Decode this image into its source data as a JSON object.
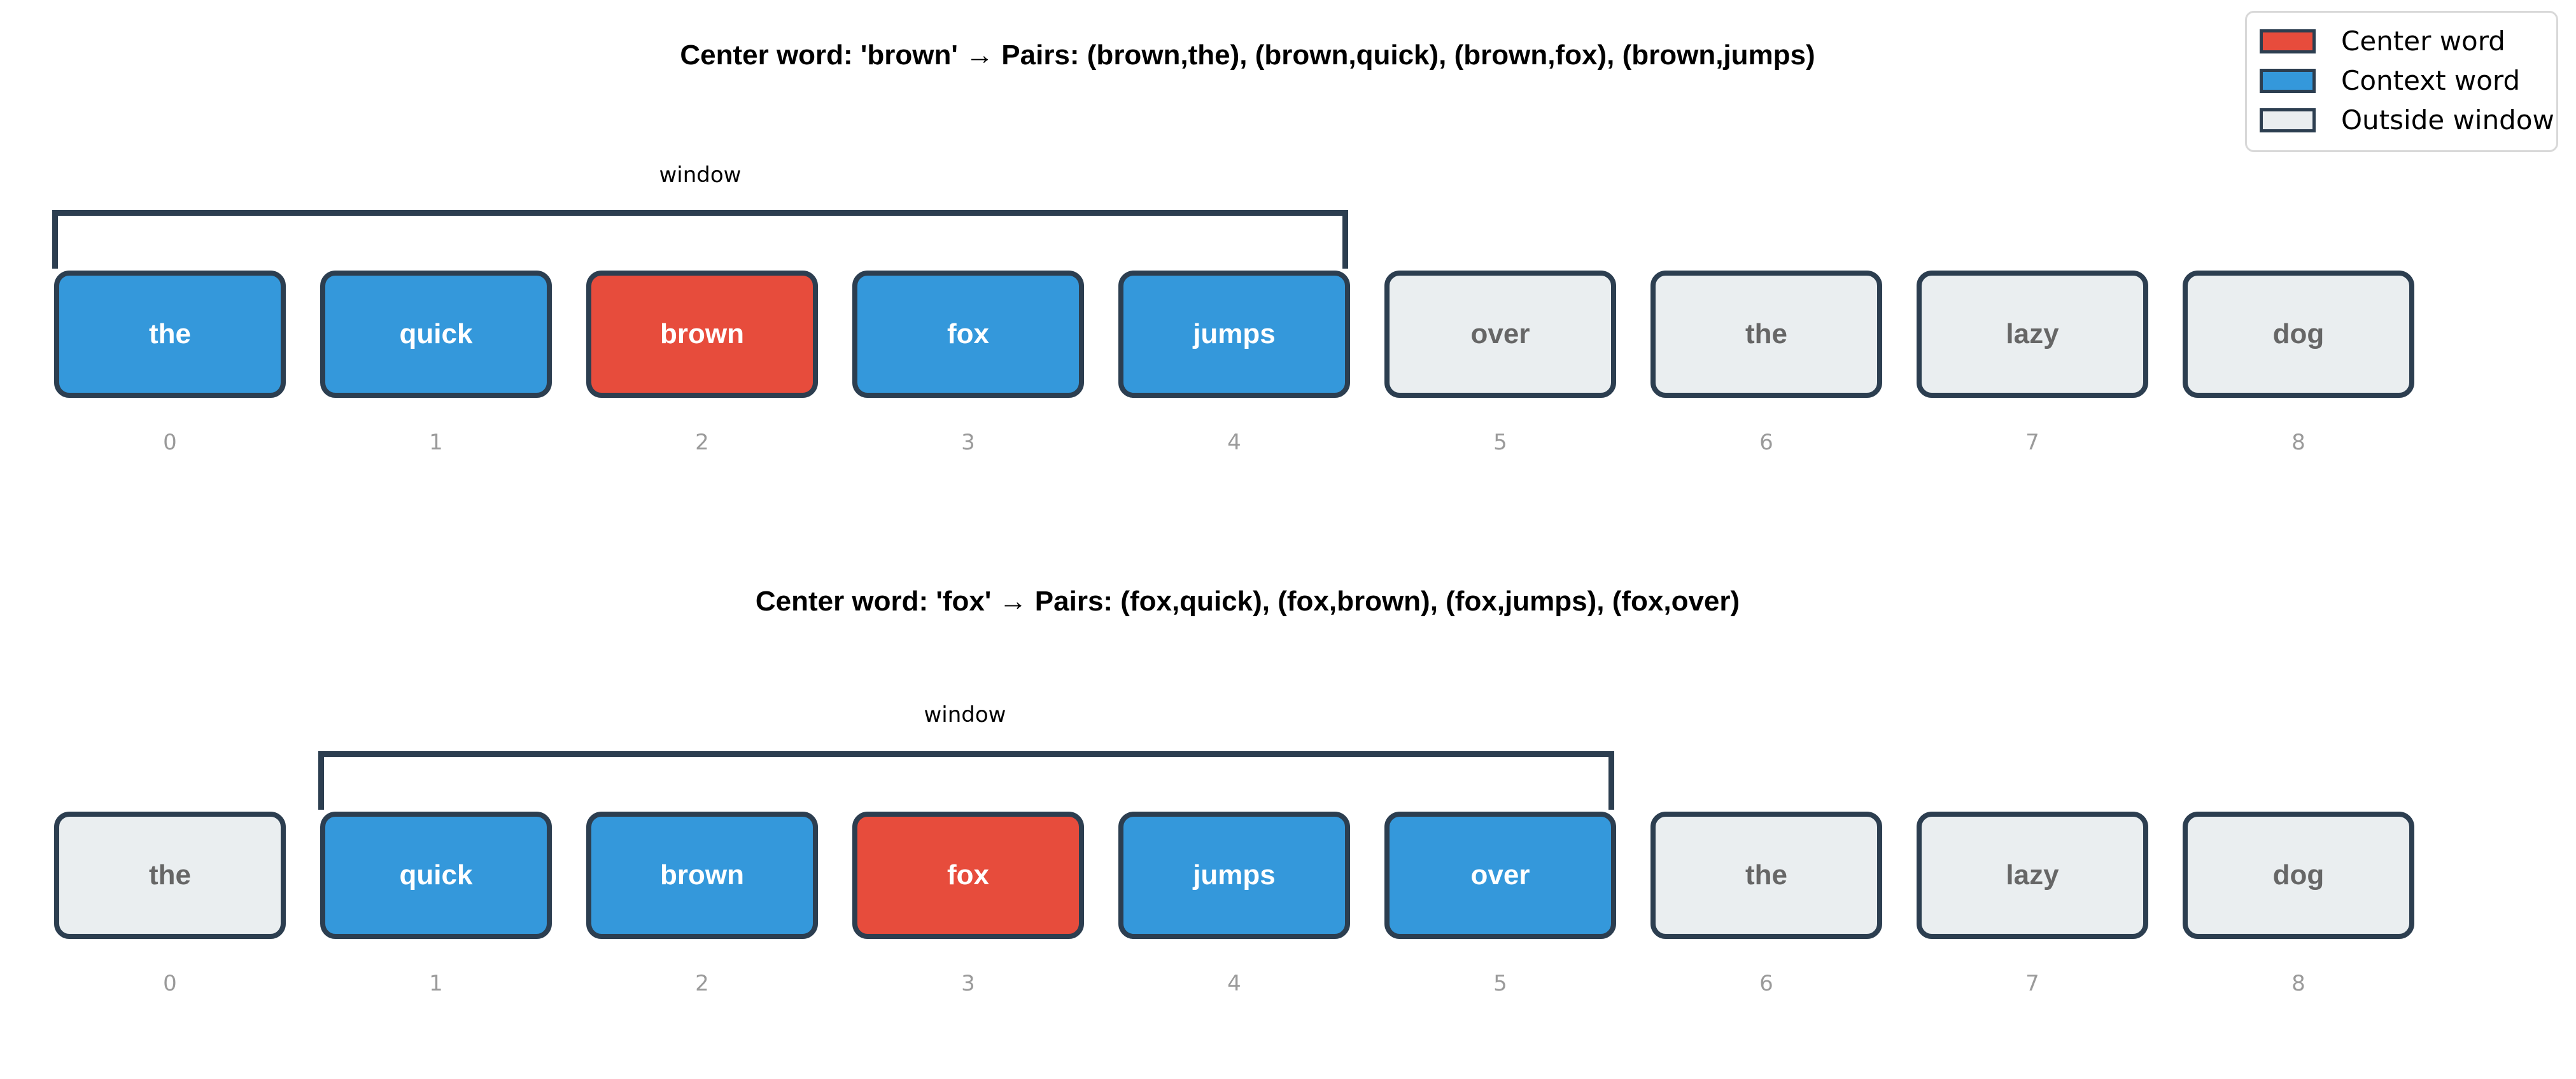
{
  "figure": {
    "background_color": "#ffffff",
    "sentence": [
      "the",
      "quick",
      "brown",
      "fox",
      "jumps",
      "over",
      "the",
      "lazy",
      "dog"
    ]
  },
  "legend": {
    "items": [
      {
        "label": "Center word",
        "color": "#e74c3c"
      },
      {
        "label": "Context word",
        "color": "#3498db"
      },
      {
        "label": "Outside window",
        "color": "#eaeef0"
      }
    ]
  },
  "colors": {
    "center": "#e74c3c",
    "context": "#3498db",
    "outside": "#eaeef0",
    "border": "#2c3e50",
    "index_text": "#9a9a9a",
    "outside_text": "#666666"
  },
  "panels": [
    {
      "title": "Center word: 'brown' → Pairs: (brown,the), (brown,quick), (brown,fox), (brown,jumps)",
      "center_word": "brown",
      "center_index": 2,
      "window_label": "window",
      "window_start_index": 0,
      "window_end_index": 4,
      "boxes": [
        {
          "word": "the",
          "index": "0",
          "role": "context"
        },
        {
          "word": "quick",
          "index": "1",
          "role": "context"
        },
        {
          "word": "brown",
          "index": "2",
          "role": "center"
        },
        {
          "word": "fox",
          "index": "3",
          "role": "context"
        },
        {
          "word": "jumps",
          "index": "4",
          "role": "context"
        },
        {
          "word": "over",
          "index": "5",
          "role": "outside"
        },
        {
          "word": "the",
          "index": "6",
          "role": "outside"
        },
        {
          "word": "lazy",
          "index": "7",
          "role": "outside"
        },
        {
          "word": "dog",
          "index": "8",
          "role": "outside"
        }
      ]
    },
    {
      "title": "Center word: 'fox' → Pairs: (fox,quick), (fox,brown), (fox,jumps), (fox,over)",
      "center_word": "fox",
      "center_index": 3,
      "window_label": "window",
      "window_start_index": 1,
      "window_end_index": 5,
      "boxes": [
        {
          "word": "the",
          "index": "0",
          "role": "outside"
        },
        {
          "word": "quick",
          "index": "1",
          "role": "context"
        },
        {
          "word": "brown",
          "index": "2",
          "role": "context"
        },
        {
          "word": "fox",
          "index": "3",
          "role": "center"
        },
        {
          "word": "jumps",
          "index": "4",
          "role": "context"
        },
        {
          "word": "over",
          "index": "5",
          "role": "context"
        },
        {
          "word": "the",
          "index": "6",
          "role": "outside"
        },
        {
          "word": "lazy",
          "index": "7",
          "role": "outside"
        },
        {
          "word": "dog",
          "index": "8",
          "role": "outside"
        }
      ]
    }
  ]
}
